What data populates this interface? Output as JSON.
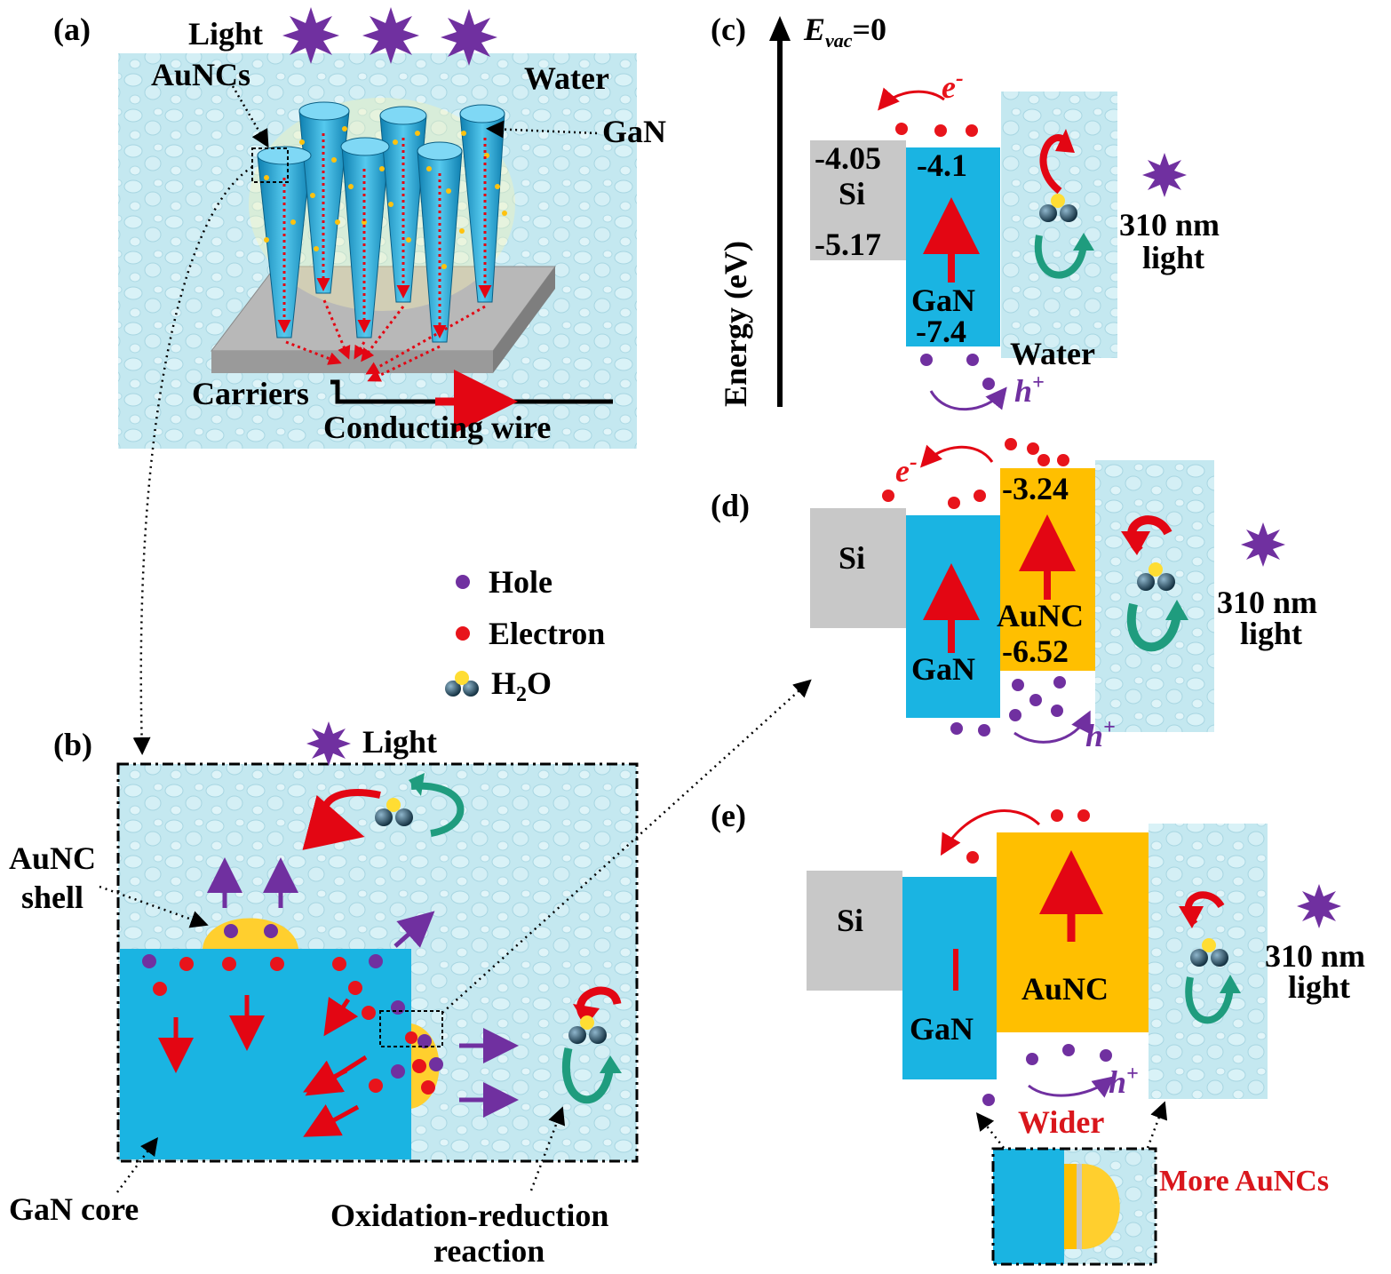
{
  "colors": {
    "gan": "#1ab4e2",
    "aunc": "#ffbf00",
    "si": "#c8c8c8",
    "water": "#bfe6ee",
    "electron": "#e8141b",
    "hole": "#7030a0",
    "light": "#7030a0",
    "arrow_red": "#e30613",
    "arrow_green": "#1f9c7e",
    "text_red": "#d9161c"
  },
  "panel_a": {
    "tag": "(a)",
    "light": "Light",
    "aunc": "AuNCs",
    "water": "Water",
    "gan": "GaN",
    "carriers": "Carriers",
    "wire": "Conducting wire"
  },
  "panel_b": {
    "tag": "(b)",
    "light": "Light",
    "shell_line1": "AuNC",
    "shell_line2": "shell",
    "core": "GaN core",
    "redox_line1": "Oxidation-reduction",
    "redox_line2": "reaction"
  },
  "legend": {
    "hole": "Hole",
    "electron": "Electron",
    "h2o_main": "H",
    "h2o_sub": "2",
    "h2o_tail": "O"
  },
  "panel_c": {
    "tag": "(c)",
    "evac_e": "E",
    "evac_sub": "vac",
    "evac_eq": "=0",
    "energy_axis": "Energy (eV)",
    "si_top": "-4.05",
    "si_label": "Si",
    "si_bottom": "-5.17",
    "gan_top": "-4.1",
    "gan_label": "GaN",
    "gan_bottom": "-7.4",
    "water": "Water",
    "e_minus": "e",
    "e_sup": "-",
    "h_plus": "h",
    "h_sup": "+",
    "light_line1": "310 nm",
    "light_line2": "light"
  },
  "panel_d": {
    "tag": "(d)",
    "si_label": "Si",
    "gan_label": "GaN",
    "aunc_top": "-3.24",
    "aunc_label": "AuNC",
    "aunc_bottom": "-6.52",
    "e_minus": "e",
    "e_sup": "-",
    "h_plus": "h",
    "h_sup": "+",
    "light_line1": "310 nm",
    "light_line2": "light"
  },
  "panel_e": {
    "tag": "(e)",
    "si_label": "Si",
    "gan_label": "GaN",
    "aunc_label": "AuNC",
    "h_plus": "h",
    "h_sup": "+",
    "wider": "Wider",
    "more": "More AuNCs",
    "light_line1": "310 nm",
    "light_line2": "light"
  }
}
